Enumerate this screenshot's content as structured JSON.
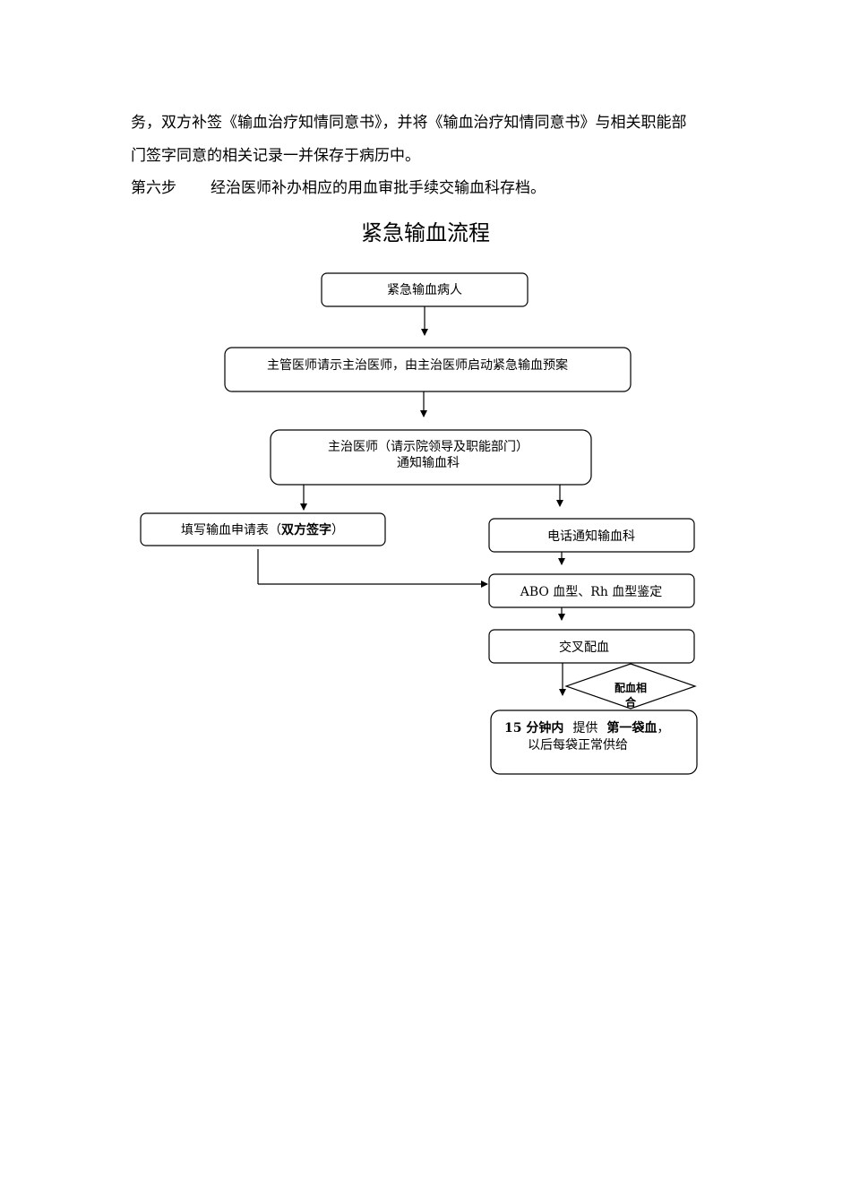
{
  "document": {
    "paragraph_line_1": "务，双方补签《输血治疗知情同意书》，并将《输血治疗知情同意书》与相关职能部",
    "paragraph_line_2": "门签字同意的相关记录一并保存于病历中。",
    "step6_label": "第六步",
    "step6_text": "经治医师补办相应的用血审批手续交输血科存档。"
  },
  "flowchart": {
    "title": "紧急输血流程",
    "node_patient": "紧急输血病人",
    "node_request": "主管医师请示主治医师，由主治医师启动紧急输血预案",
    "node_notify_line1": "主治医师（请示院领导及职能部门）",
    "node_notify_line2": "通知输血科",
    "node_form_prefix": "填写输血申请表（",
    "node_form_bold": "双方签字",
    "node_form_suffix": "）",
    "node_phone": "电话通知输血科",
    "node_typing": "ABO 血型、Rh 血型鉴定",
    "node_crossmatch": "交叉配血",
    "node_match_line1": "配血相",
    "node_match_line2": "合",
    "node_supply_bold1": "15 分钟内",
    "node_supply_mid": "提供",
    "node_supply_bold2": "第一袋血",
    "node_supply_comma": "，",
    "node_supply_line2": "以后每袋正常供给"
  }
}
